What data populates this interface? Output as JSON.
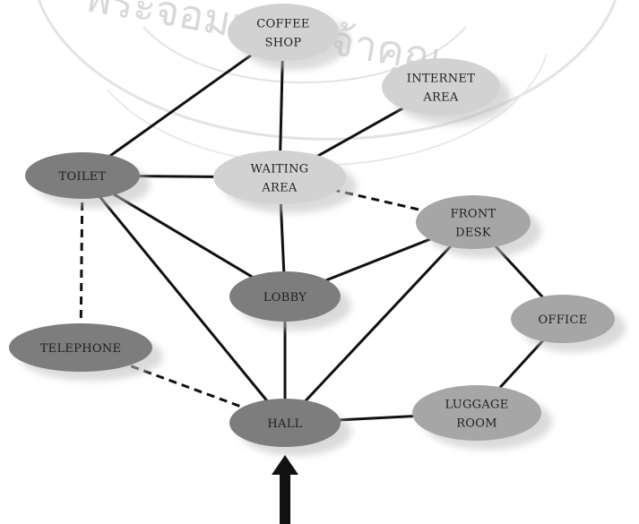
{
  "watermark": {
    "text": "พระจอมเกล้าเจ้าคุณ",
    "icon": "seal-watermark"
  },
  "nodes": [
    {
      "id": "coffee-shop",
      "lines": [
        "COFFEE",
        "SHOP"
      ],
      "shade": "light"
    },
    {
      "id": "internet-area",
      "lines": [
        "INTERNET",
        "AREA"
      ],
      "shade": "light"
    },
    {
      "id": "toilet",
      "lines": [
        "TOILET"
      ],
      "shade": "dark"
    },
    {
      "id": "waiting-area",
      "lines": [
        "WAITING",
        "AREA"
      ],
      "shade": "light"
    },
    {
      "id": "front-desk",
      "lines": [
        "FRONT",
        "DESK"
      ],
      "shade": "medium"
    },
    {
      "id": "lobby",
      "lines": [
        "LOBBY"
      ],
      "shade": "dark"
    },
    {
      "id": "office",
      "lines": [
        "OFFICE"
      ],
      "shade": "medium"
    },
    {
      "id": "telephone",
      "lines": [
        "TELEPHONE"
      ],
      "shade": "dark"
    },
    {
      "id": "luggage-room",
      "lines": [
        "LUGGAGE",
        "ROOM"
      ],
      "shade": "medium"
    },
    {
      "id": "hall",
      "lines": [
        "HALL"
      ],
      "shade": "dark"
    }
  ],
  "edges": [
    {
      "from": "coffee-shop",
      "to": "toilet",
      "style": "solid"
    },
    {
      "from": "coffee-shop",
      "to": "waiting-area",
      "style": "solid"
    },
    {
      "from": "internet-area",
      "to": "waiting-area",
      "style": "solid"
    },
    {
      "from": "toilet",
      "to": "waiting-area",
      "style": "solid"
    },
    {
      "from": "waiting-area",
      "to": "front-desk",
      "style": "dashed"
    },
    {
      "from": "waiting-area",
      "to": "lobby",
      "style": "solid"
    },
    {
      "from": "toilet",
      "to": "lobby",
      "style": "solid"
    },
    {
      "from": "toilet",
      "to": "hall",
      "style": "solid"
    },
    {
      "from": "toilet",
      "to": "telephone",
      "style": "dashed"
    },
    {
      "from": "front-desk",
      "to": "lobby",
      "style": "solid"
    },
    {
      "from": "front-desk",
      "to": "hall",
      "style": "solid"
    },
    {
      "from": "front-desk",
      "to": "office",
      "style": "solid"
    },
    {
      "from": "office",
      "to": "luggage-room",
      "style": "solid"
    },
    {
      "from": "lobby",
      "to": "hall",
      "style": "solid"
    },
    {
      "from": "telephone",
      "to": "hall",
      "style": "dashed"
    },
    {
      "from": "hall",
      "to": "luggage-room",
      "style": "solid"
    }
  ],
  "entrance": {
    "icon": "arrow-up-icon",
    "points_to": "hall"
  },
  "colors": {
    "light": "#d2d2d2",
    "medium": "#a6a6a6",
    "dark": "#7d7d7d",
    "line": "#111111"
  }
}
